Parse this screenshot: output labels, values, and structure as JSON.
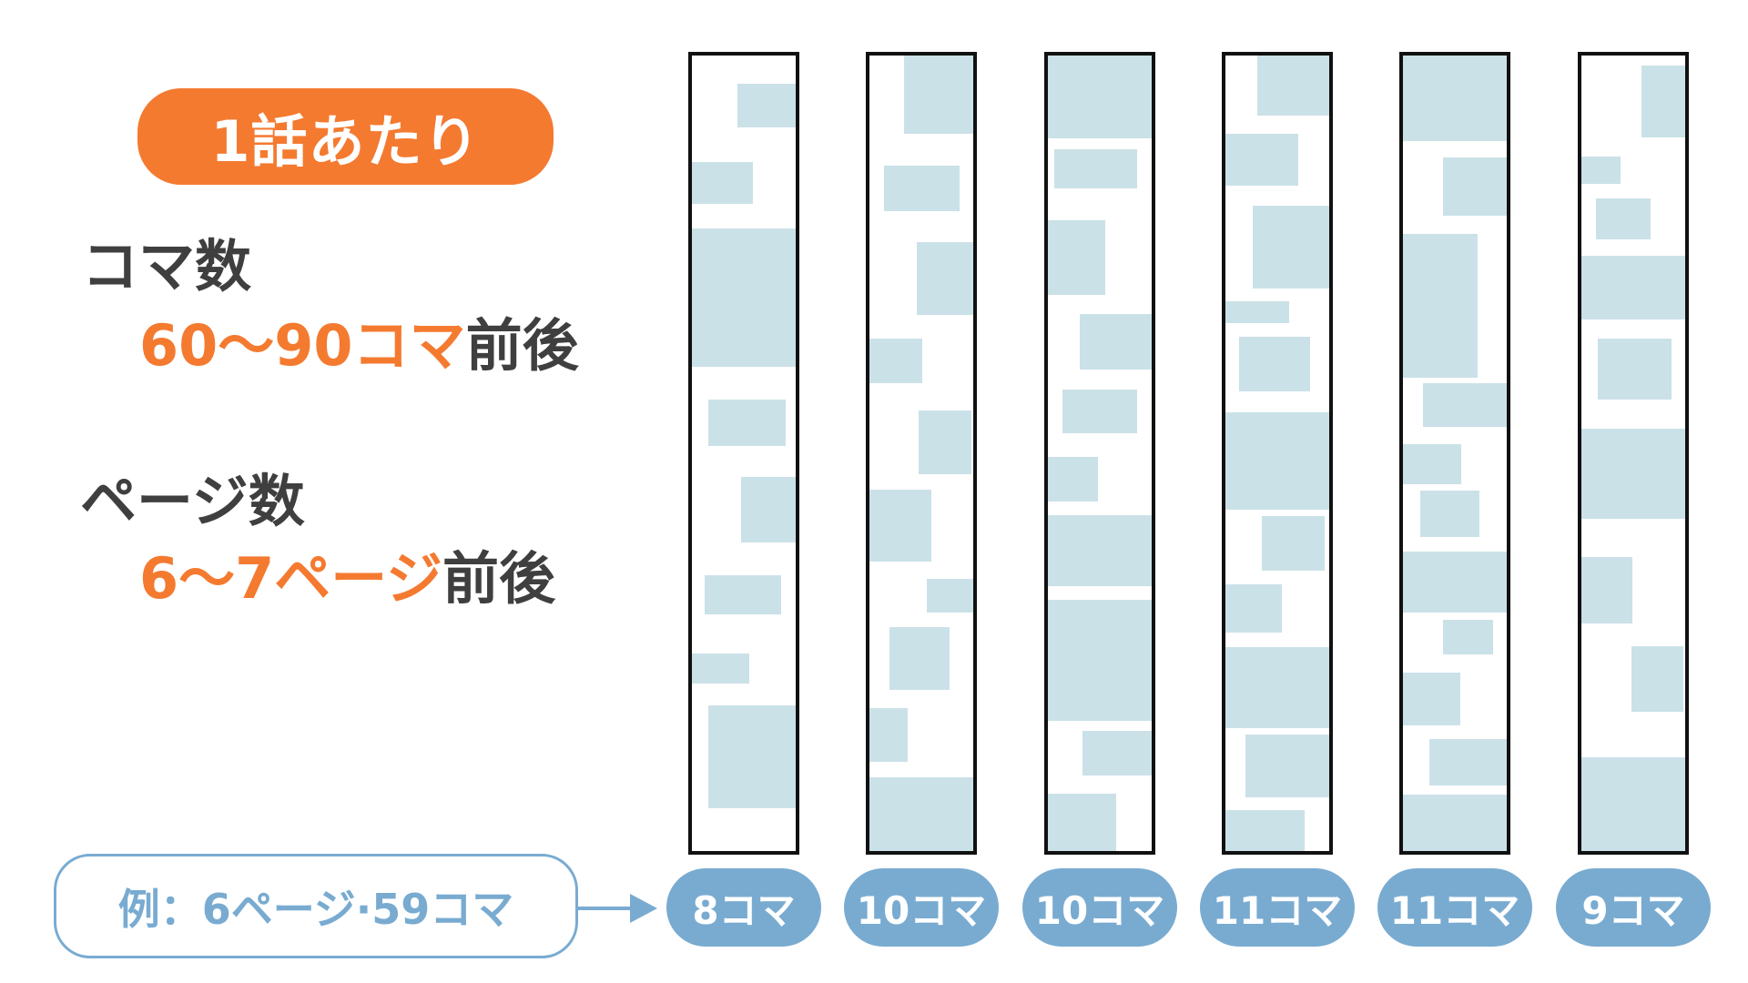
{
  "title_pill": {
    "text": "1話あたり",
    "color": "#f47a30"
  },
  "stats": {
    "panels_label": "コマ数",
    "panels_value_accent": "60〜90コマ",
    "panels_value_suffix": "前後",
    "pages_label": "ページ数",
    "pages_value_accent": "6〜7ページ",
    "pages_value_suffix": "前後"
  },
  "example": {
    "text": "例：6ページ·59コマ",
    "arrow": "right-arrow"
  },
  "colors": {
    "accent": "#f47a30",
    "text": "#3f3f3f",
    "badge": "#79abd1",
    "panel": "#cbe1e8",
    "border": "#111111"
  },
  "pages": [
    {
      "badge": "8コマ",
      "panel_count": 8,
      "panels": [
        [
          44,
          3.5,
          56,
          5.5
        ],
        [
          0,
          13.4,
          59,
          5.2
        ],
        [
          0,
          21.7,
          100,
          17.4
        ],
        [
          16,
          43.3,
          74,
          5.8
        ],
        [
          47,
          53,
          53,
          8.2
        ],
        [
          12,
          65.3,
          74,
          4.9
        ],
        [
          0,
          75.2,
          55,
          3.7
        ],
        [
          16,
          81.7,
          84,
          12.9
        ]
      ]
    },
    {
      "badge": "10コマ",
      "panel_count": 10,
      "panels": [
        [
          33,
          0,
          67,
          9.8
        ],
        [
          14,
          13.8,
          73,
          5.8
        ],
        [
          46,
          23.5,
          54,
          9.1
        ],
        [
          0,
          35.6,
          51,
          5.6
        ],
        [
          47,
          44.6,
          51,
          8.0
        ],
        [
          0,
          54.6,
          60,
          9.0
        ],
        [
          55,
          65.8,
          45,
          4.2
        ],
        [
          19,
          71.9,
          58,
          7.9
        ],
        [
          0,
          82,
          37,
          6.8
        ],
        [
          0,
          90.7,
          100,
          9.3
        ]
      ]
    },
    {
      "badge": "10コマ",
      "panel_count": 10,
      "panels": [
        [
          0,
          0,
          100,
          10.4
        ],
        [
          6,
          11.8,
          80,
          4.9
        ],
        [
          0,
          20.7,
          55,
          9.4
        ],
        [
          31,
          32.5,
          69,
          7.0
        ],
        [
          14,
          42,
          72,
          5.5
        ],
        [
          0,
          50.5,
          48,
          5.6
        ],
        [
          0,
          57.8,
          100,
          8.9
        ],
        [
          0,
          68.4,
          100,
          15.2
        ],
        [
          33,
          84.9,
          67,
          5.6
        ],
        [
          0,
          92.8,
          66,
          7.2
        ]
      ]
    },
    {
      "badge": "11コマ",
      "panel_count": 11,
      "panels": [
        [
          31,
          0,
          69,
          7.6
        ],
        [
          0,
          9.8,
          70,
          6.6
        ],
        [
          26,
          18.9,
          74,
          10.4
        ],
        [
          0,
          30.9,
          61,
          2.7
        ],
        [
          13,
          35.3,
          69,
          6.9
        ],
        [
          0,
          44.9,
          100,
          12.2
        ],
        [
          35,
          57.9,
          61,
          6.9
        ],
        [
          0,
          66.5,
          54,
          6.0
        ],
        [
          0,
          74.4,
          100,
          10.1
        ],
        [
          19,
          85.4,
          81,
          7.9
        ],
        [
          0,
          94.9,
          76,
          5.1
        ]
      ]
    },
    {
      "badge": "11コマ",
      "panel_count": 11,
      "panels": [
        [
          0,
          0,
          100,
          10.8
        ],
        [
          39,
          12.8,
          61,
          7.3
        ],
        [
          0,
          22.4,
          72,
          18.1
        ],
        [
          19,
          41.2,
          81,
          5.5
        ],
        [
          0,
          48.8,
          56,
          5.1
        ],
        [
          17,
          54.7,
          57,
          5.8
        ],
        [
          0,
          62.4,
          100,
          7.6
        ],
        [
          39,
          70.9,
          48,
          4.4
        ],
        [
          0,
          77.6,
          55,
          6.6
        ],
        [
          25,
          85.9,
          75,
          5.9
        ],
        [
          0,
          92.9,
          100,
          7.1
        ]
      ]
    },
    {
      "badge": "9コマ",
      "panel_count": 9,
      "panels": [
        [
          58,
          1.3,
          42,
          9.0
        ],
        [
          0,
          12.7,
          38,
          3.4
        ],
        [
          14,
          18.0,
          53,
          5.1
        ],
        [
          0,
          25.2,
          100,
          8.0
        ],
        [
          16,
          35.6,
          71,
          7.7
        ],
        [
          0,
          46.9,
          100,
          11.3
        ],
        [
          0,
          63.1,
          49,
          8.3
        ],
        [
          48,
          74.3,
          50,
          8.2
        ],
        [
          0,
          88.2,
          100,
          11.8
        ]
      ]
    }
  ]
}
